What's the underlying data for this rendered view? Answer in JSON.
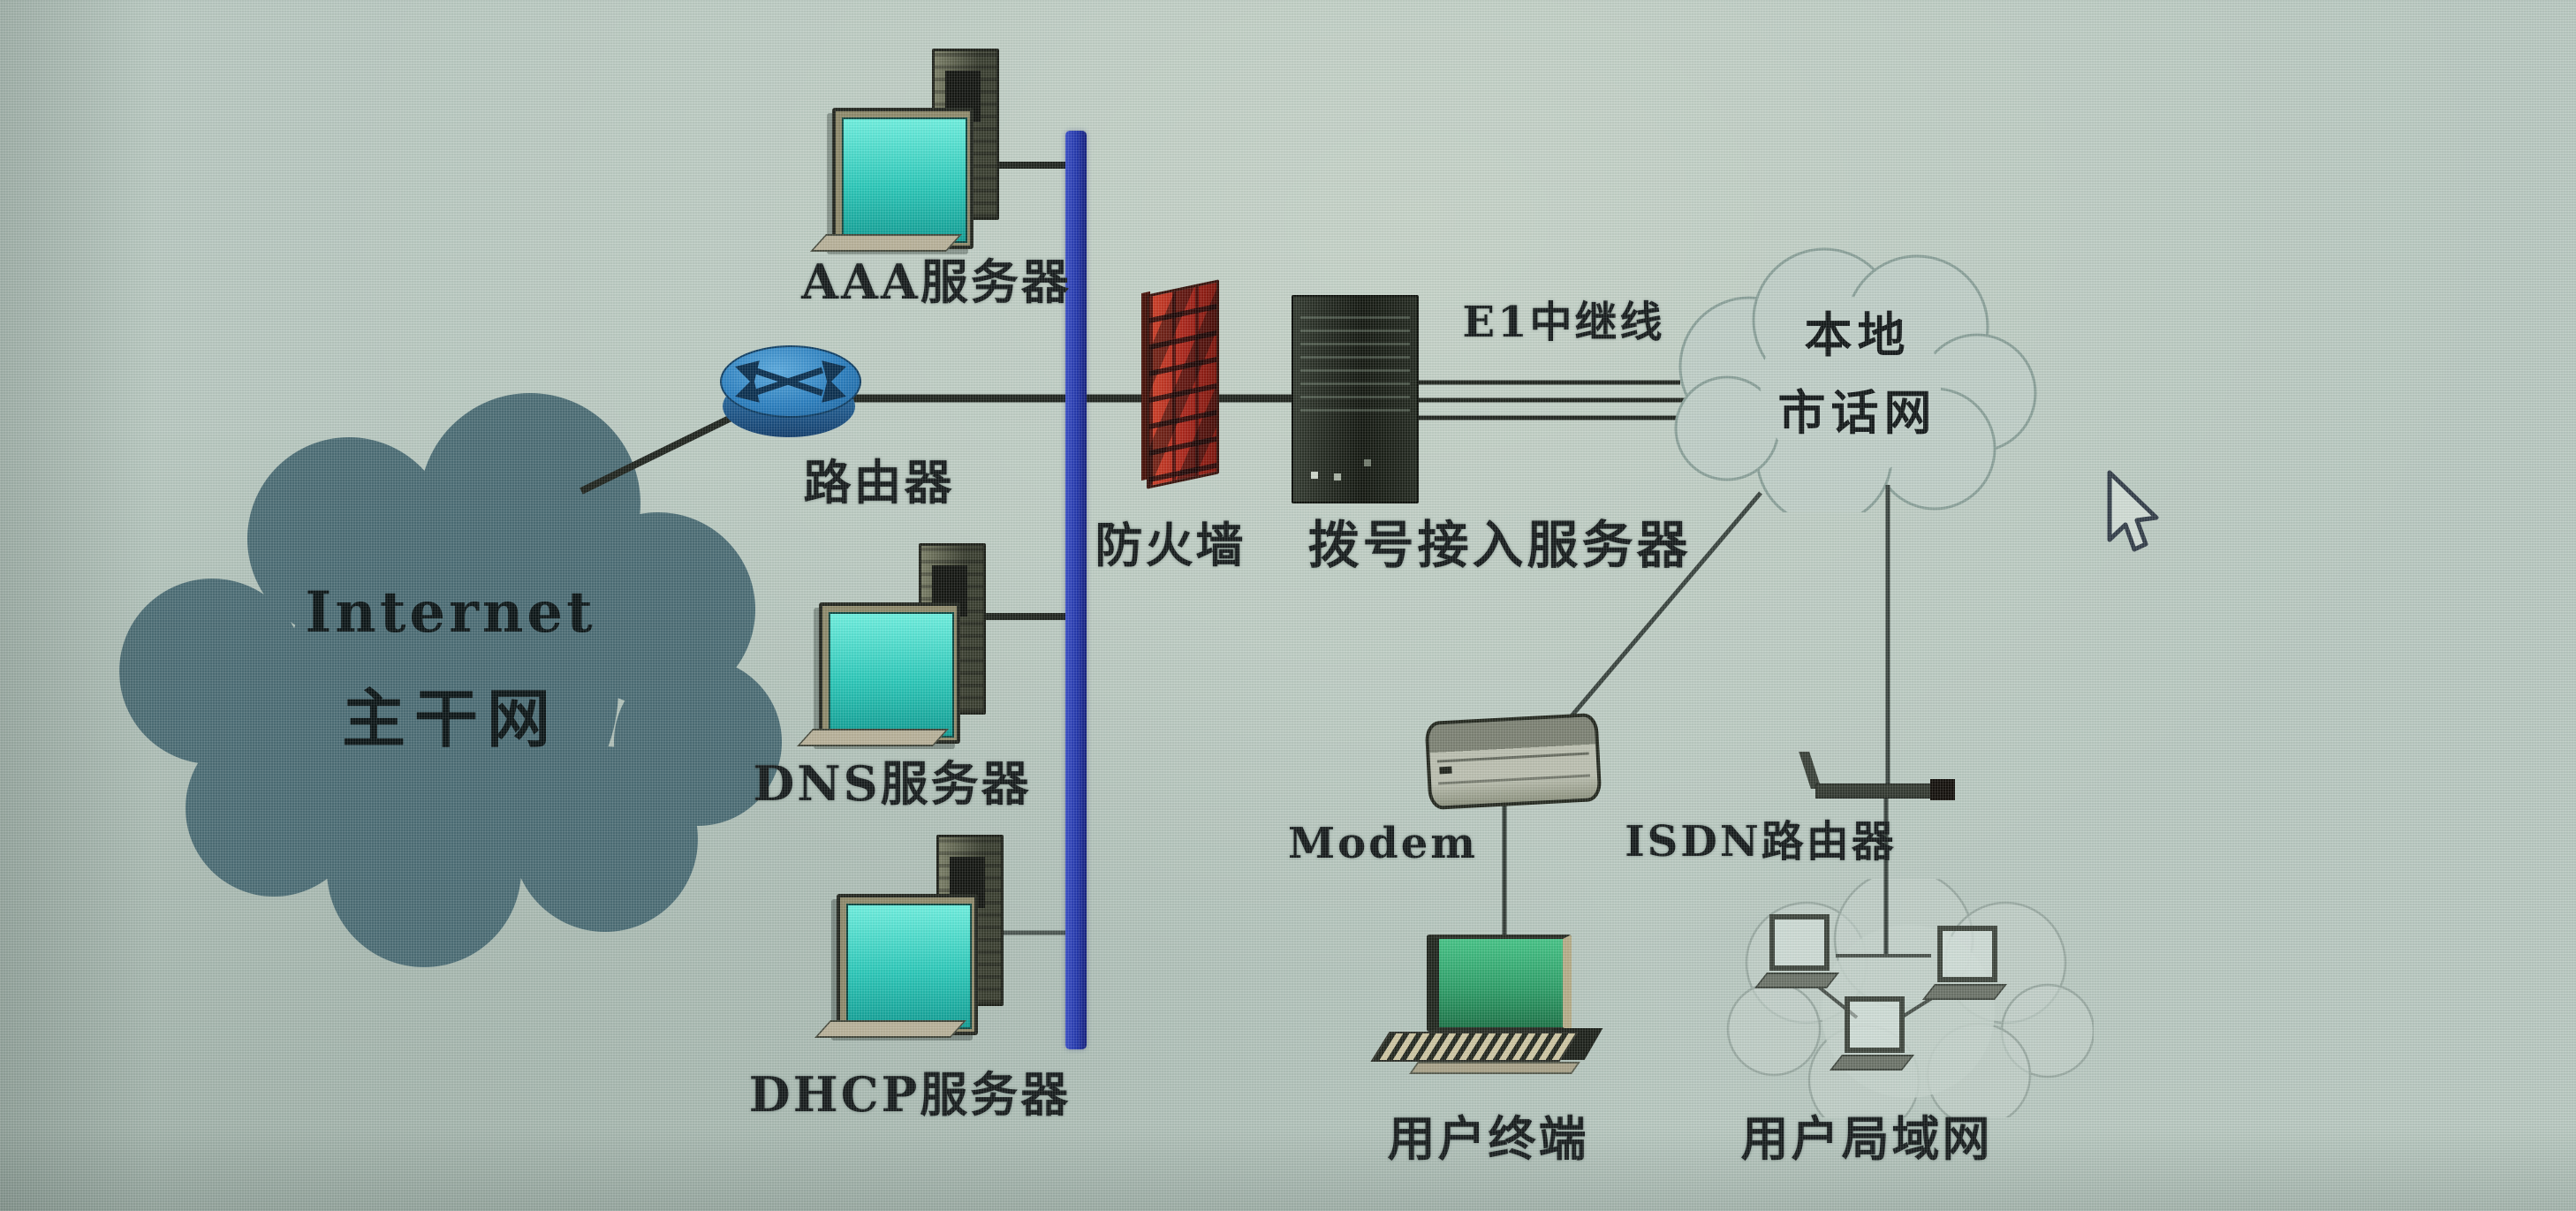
{
  "diagram": {
    "internet_cloud": {
      "line1": "Internet",
      "line2": "主干网"
    },
    "local_phone_cloud": {
      "line1": "本地",
      "line2": "市话网"
    },
    "nodes": {
      "aaa_server": {
        "label": "AAA服务器"
      },
      "router": {
        "label": "路由器"
      },
      "dns_server": {
        "label": "DNS服务器"
      },
      "dhcp_server": {
        "label": "DHCP服务器"
      },
      "firewall": {
        "label": "防火墙"
      },
      "dialup_server": {
        "label": "拨号接入服务器"
      },
      "e1_trunk": {
        "label": "E1中继线"
      },
      "modem": {
        "label": "Modem"
      },
      "isdn_router": {
        "label": "ISDN路由器"
      },
      "user_terminal": {
        "label": "用户终端"
      },
      "user_lan": {
        "label": "用户局域网"
      }
    },
    "icons": {
      "internet_cloud": "filled-cloud",
      "local_phone_cloud": "outlined-cloud",
      "user_lan_cloud": "outlined-cloud",
      "router": "cylinder-with-arrows",
      "workstation": "monitor-tower-keyboard",
      "firewall": "red-brick-wall",
      "dialup_server": "black-server-box",
      "modem": "modem-box",
      "isdn_router": "flat-router-bar",
      "user_terminal": "green-screen-pc",
      "laptop": "laptop",
      "mouse_cursor": "arrow-pointer"
    },
    "colors": {
      "background": "#b9c9c1",
      "bus": "#2337ac",
      "line": "#20251f",
      "faint_line": "#4a5550",
      "internet_cloud": "#4d6e76",
      "cloud_outline": "#8ba19a",
      "firewall_red": "#a8241a",
      "server_dark": "#141811",
      "screen_teal": "#2cc9ba",
      "screen_green": "#2fa06a",
      "router_blue": "#2b7fc0"
    }
  }
}
